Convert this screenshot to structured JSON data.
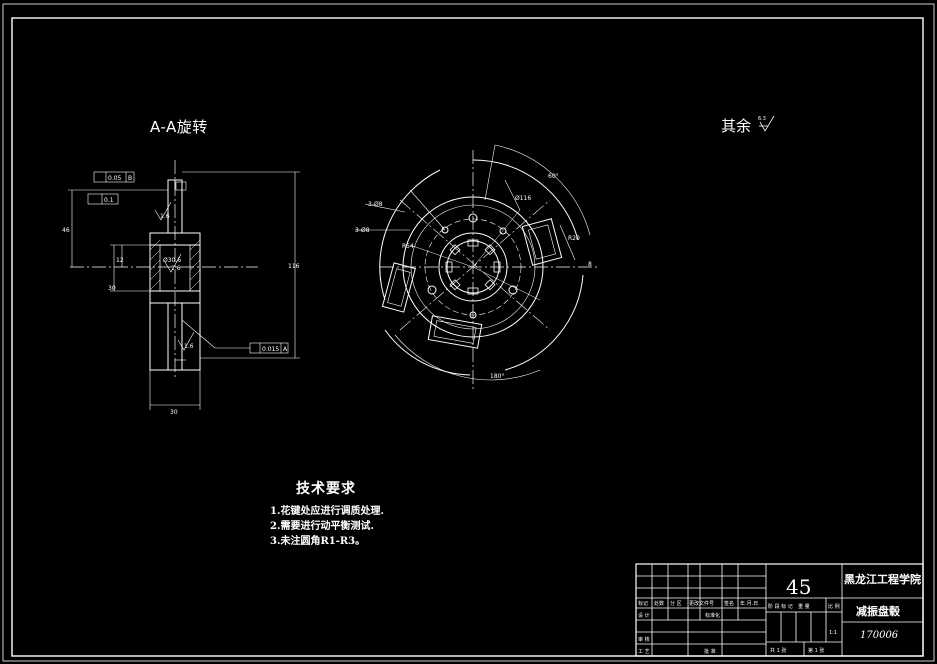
{
  "drawing": {
    "section_label": "A-A旋转",
    "surface_note": "其余",
    "roughness_value": "6.3",
    "tech_requirements": {
      "title": "技术要求",
      "items": [
        "1.花键处应进行调质处理.",
        "2.需要进行动平衡测试.",
        "3.未注圆角R1-R3。"
      ]
    },
    "section_dims": {
      "gdt_top": "0.05",
      "gdt_top_ref": "B",
      "gdt_flat": "0.1",
      "gdt_bottom": "0.015",
      "gdt_bottom_ref": "A",
      "rough_1": "1.6",
      "rough_2": "1.6",
      "rough_3": "1.6",
      "dim_height": "46",
      "dim_hub": "12",
      "dim_bore": "30",
      "dim_total": "116",
      "dim_width": "30",
      "dim_ds": "Ø30.6"
    },
    "plan_dims": {
      "angle_1": "60°",
      "angle_2": "180°",
      "dim_8": "8",
      "hole_label": "3-Ø8",
      "hole_label_2": "3-Ø8",
      "r": "R54",
      "r2": "R20",
      "dia": "Ø116"
    }
  },
  "title_block": {
    "material": "45",
    "school": "黑龙江工程学院",
    "part_name": "减振盘毂",
    "drawing_code": "170006",
    "scale": "1:1",
    "sheet_total": "共 1 张",
    "sheet_no": "第 1 张",
    "headers": [
      "标记",
      "处数",
      "分 区",
      "更改文件号",
      "签名",
      "年.月.日"
    ],
    "row_labels": [
      "设 计",
      "标准化",
      "审 核",
      "工 艺",
      "批 准"
    ],
    "stage_headers": [
      "阶 段 标 记",
      "重 量",
      "比 例"
    ]
  }
}
